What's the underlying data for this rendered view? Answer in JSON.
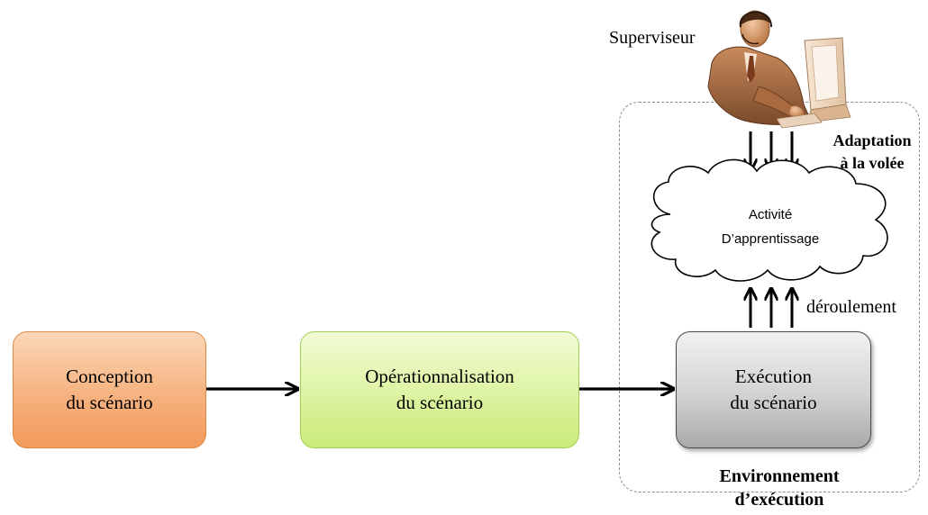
{
  "boxes": {
    "conception": {
      "line1": "Conception",
      "line2": "du scénario"
    },
    "operationnalisation": {
      "line1": "Opérationnalisation",
      "line2": "du scénario"
    },
    "execution": {
      "line1": "Exécution",
      "line2": "du scénario"
    }
  },
  "cloud": {
    "line1": "Activité",
    "line2": "D’apprentissage"
  },
  "labels": {
    "superviseur": "Superviseur",
    "adaptation_line1": "Adaptation",
    "adaptation_line2": "à la volée",
    "deroulement": "déroulement",
    "environnement_line1": "Environnement",
    "environnement_line2": "d’exécution"
  },
  "icons": {
    "supervisor": "person-at-computer-icon"
  },
  "colors": {
    "conception_fill": "#f6b27f",
    "operationnalisation_fill": "#ddf3a2",
    "execution_fill": "#d2d2d2",
    "arrow": "#000000",
    "frame": "#8c8c8c"
  }
}
